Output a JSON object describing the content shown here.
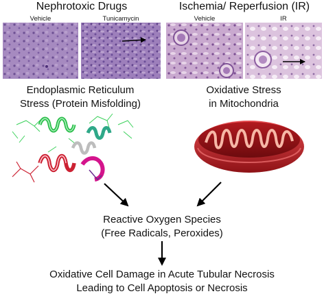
{
  "panels": {
    "left": {
      "title": "Nephrotoxic Drugs",
      "label_a": "Vehicle",
      "label_b": "Tunicamycin"
    },
    "right": {
      "title": "Ischemia/ Reperfusion (IR)",
      "label_a": "Vehicle",
      "label_b": "IR"
    }
  },
  "er_stress": {
    "line1": "Endoplasmic Reticulum",
    "line2": "Stress (Protein Misfolding)"
  },
  "mito_stress": {
    "line1": "Oxidative Stress",
    "line2": "in Mitochondria"
  },
  "ros": {
    "line1": "Reactive Oxygen Species",
    "line2": "(Free Radicals, Peroxides)"
  },
  "outcome": {
    "line1": "Oxidative Cell Damage in Acute Tubular Necrosis",
    "line2": "Leading to Cell Apoptosis or Necrosis"
  },
  "colors": {
    "histology_purple": "#9b7fb5",
    "histology_pink": "#d9bfd8",
    "mito_red": "#d3262b",
    "protein_green": "#3ad15a",
    "protein_red": "#cc2233",
    "protein_magenta": "#d4148c"
  }
}
